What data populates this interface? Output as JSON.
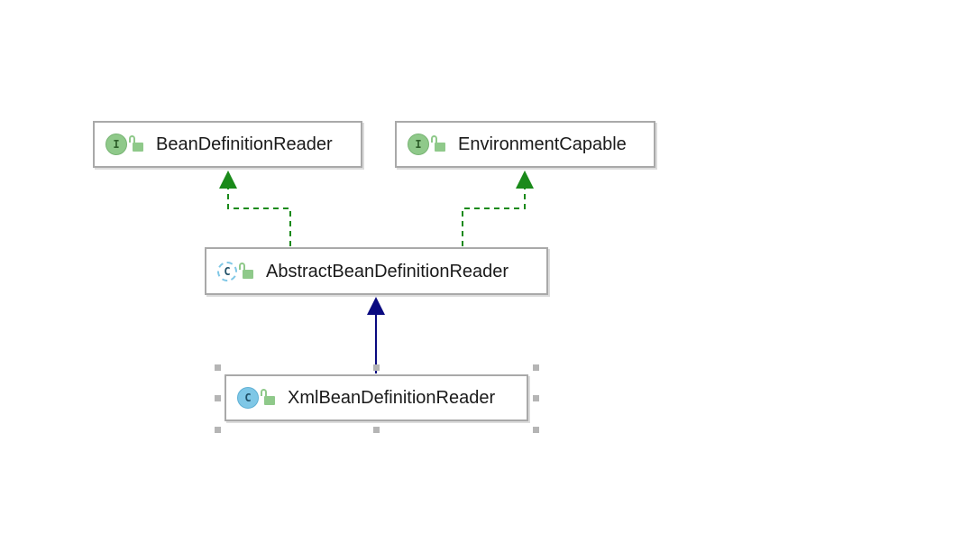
{
  "diagram": {
    "nodes": [
      {
        "id": "bean-definition-reader",
        "kind": "interface",
        "badge": "I",
        "name": "BeanDefinitionReader"
      },
      {
        "id": "environment-capable",
        "kind": "interface",
        "badge": "I",
        "name": "EnvironmentCapable"
      },
      {
        "id": "abstract-bean-definition-reader",
        "kind": "abstract-class",
        "badge": "C",
        "name": "AbstractBeanDefinitionReader"
      },
      {
        "id": "xml-bean-definition-reader",
        "kind": "class",
        "badge": "C",
        "name": "XmlBeanDefinitionReader"
      }
    ],
    "edges": [
      {
        "from": "abstract-bean-definition-reader",
        "to": "bean-definition-reader",
        "type": "implements"
      },
      {
        "from": "abstract-bean-definition-reader",
        "to": "environment-capable",
        "type": "implements"
      },
      {
        "from": "xml-bean-definition-reader",
        "to": "abstract-bean-definition-reader",
        "type": "extends"
      }
    ],
    "colors": {
      "implements": "#1a8a1a",
      "extends": "#0a0a80",
      "interface_badge": "#8fc98a",
      "class_badge": "#7fc7e6",
      "border": "#a9a9a9"
    }
  }
}
